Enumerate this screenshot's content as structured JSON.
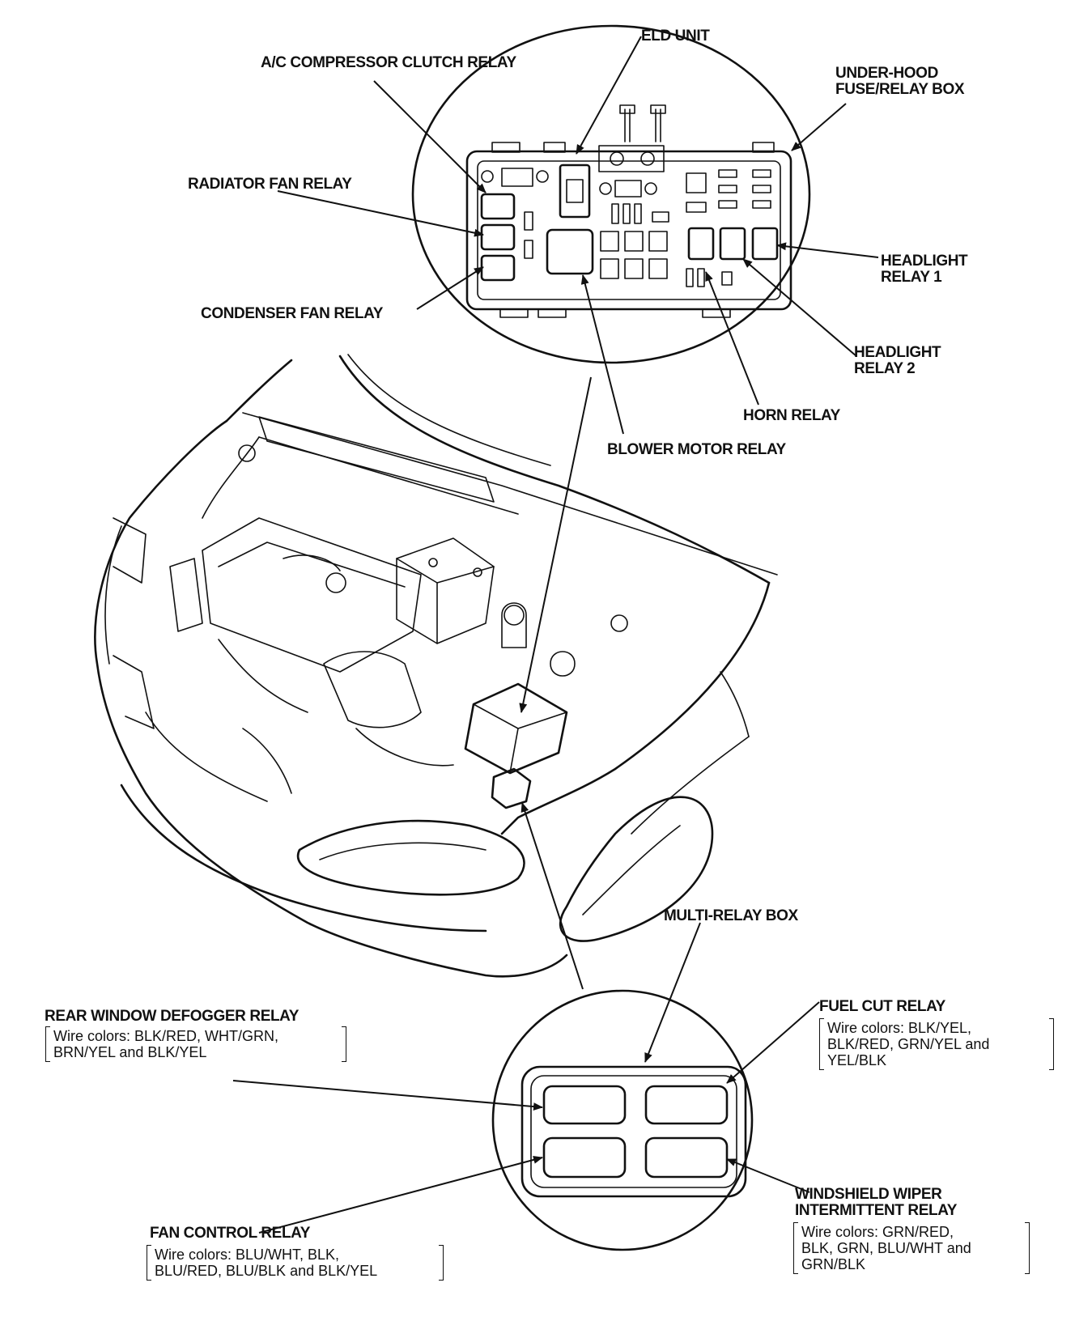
{
  "labels": {
    "eld_unit": "ELD UNIT",
    "ac_clutch_relay": "A/C COMPRESSOR CLUTCH RELAY",
    "under_hood_box_1": "UNDER-HOOD",
    "under_hood_box_2": "FUSE/RELAY BOX",
    "radiator_fan_relay": "RADIATOR FAN RELAY",
    "condenser_fan_relay": "CONDENSER FAN RELAY",
    "headlight_relay_1_a": "HEADLIGHT",
    "headlight_relay_1_b": "RELAY 1",
    "headlight_relay_2_a": "HEADLIGHT",
    "headlight_relay_2_b": "RELAY 2",
    "horn_relay": "HORN RELAY",
    "blower_motor_relay": "BLOWER MOTOR RELAY",
    "multi_relay_box": "MULTI-RELAY BOX",
    "rear_defogger_relay": "REAR WINDOW DEFOGGER RELAY",
    "fuel_cut_relay": "FUEL CUT RELAY",
    "fan_control_relay": "FAN CONTROL RELAY",
    "wiper_relay_1": "WINDSHIELD WIPER",
    "wiper_relay_2": "INTERMITTENT RELAY"
  },
  "wire_colors": {
    "rear_defogger": [
      "Wire colors: BLK/RED, WHT/GRN,",
      "BRN/YEL and BLK/YEL"
    ],
    "fuel_cut": [
      "Wire colors: BLK/YEL,",
      "BLK/RED, GRN/YEL and",
      "YEL/BLK"
    ],
    "fan_control": [
      "Wire colors: BLU/WHT, BLK,",
      "BLU/RED, BLU/BLK and BLK/YEL"
    ],
    "wiper": [
      "Wire colors: GRN/RED,",
      "BLK, GRN, BLU/WHT and",
      "GRN/BLK"
    ]
  }
}
